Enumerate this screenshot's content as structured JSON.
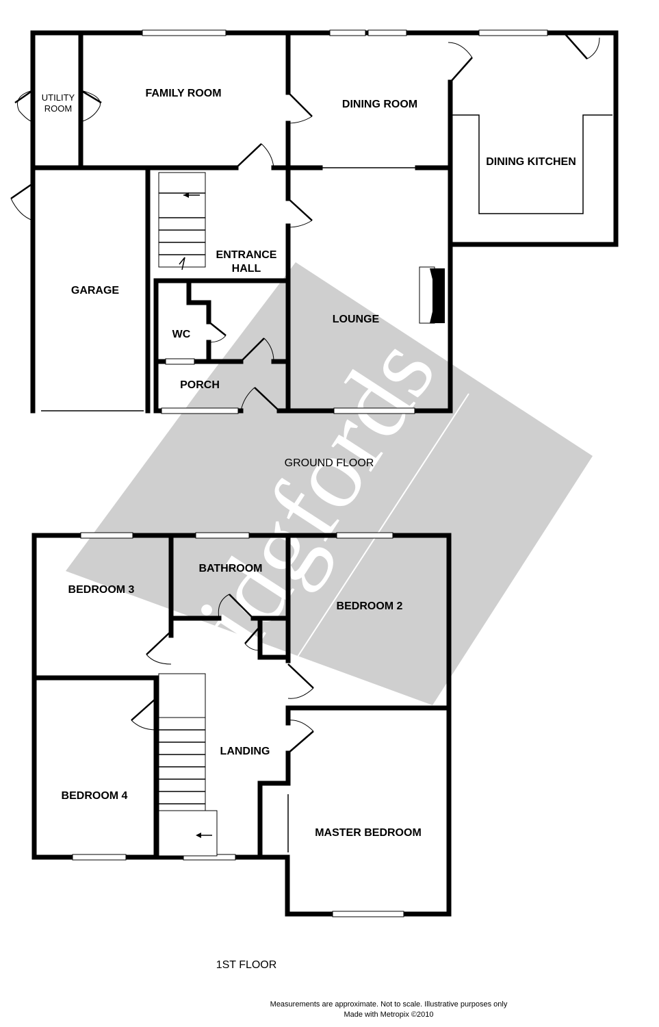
{
  "watermark": {
    "text": "bridgfords",
    "color": "#cfcfcf"
  },
  "ground_floor": {
    "label": "GROUND FLOOR",
    "rooms": {
      "utility_room": [
        "UTILITY",
        "ROOM"
      ],
      "family_room": "FAMILY ROOM",
      "dining_room": "DINING ROOM",
      "dining_kitchen": "DINING KITCHEN",
      "garage": "GARAGE",
      "entrance_hall": [
        "ENTRANCE",
        "HALL"
      ],
      "lounge": "LOUNGE",
      "wc": "WC",
      "porch": "PORCH"
    }
  },
  "first_floor": {
    "label": "1ST FLOOR",
    "rooms": {
      "bedroom_3": "BEDROOM 3",
      "bathroom": "BATHROOM",
      "bedroom_2": "BEDROOM 2",
      "landing": "LANDING",
      "bedroom_4": "BEDROOM 4",
      "master_bedroom": "MASTER BEDROOM"
    }
  },
  "footer": {
    "line1": "Measurements are approximate.  Not to scale.  Illustrative purposes only",
    "line2": "Made with Metropix ©2010"
  }
}
